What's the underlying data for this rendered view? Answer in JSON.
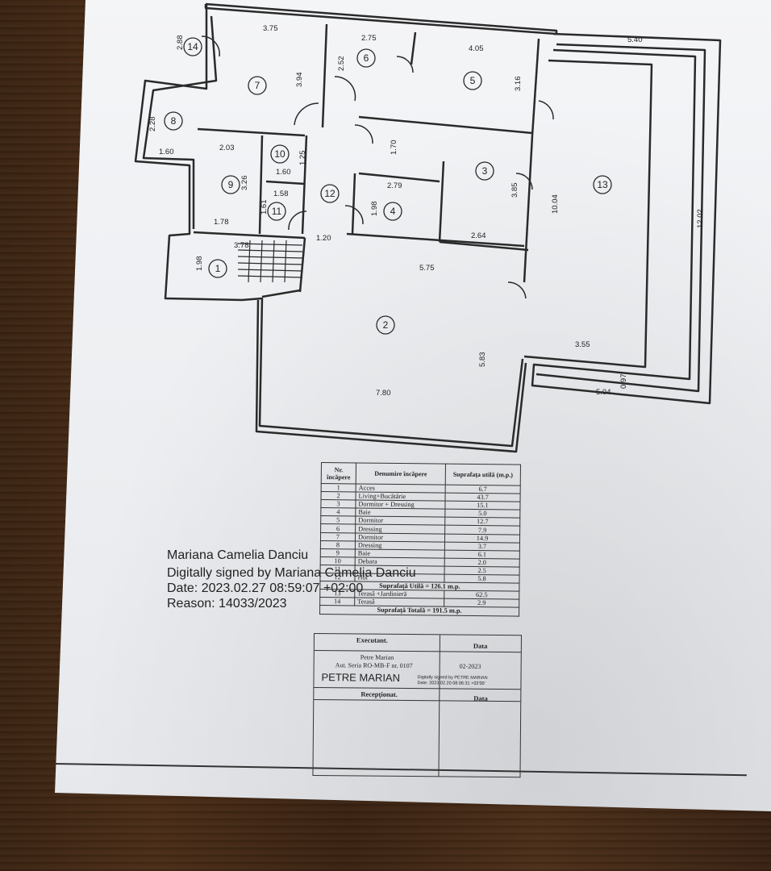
{
  "rooms": [
    {
      "no": "1",
      "name": "Acces",
      "area": "6.7"
    },
    {
      "no": "2",
      "name": "Living+Bucătărie",
      "area": "43.7"
    },
    {
      "no": "3",
      "name": "Dormitor + Dressing",
      "area": "15.1"
    },
    {
      "no": "4",
      "name": "Baie",
      "area": "5.0"
    },
    {
      "no": "5",
      "name": "Dormitor",
      "area": "12.7"
    },
    {
      "no": "6",
      "name": "Dressing",
      "area": "7.9"
    },
    {
      "no": "7",
      "name": "Dormitor",
      "area": "14.9"
    },
    {
      "no": "8",
      "name": "Dressing",
      "area": "3.7"
    },
    {
      "no": "9",
      "name": "Baie",
      "area": "6.1"
    },
    {
      "no": "10",
      "name": "Debara",
      "area": "2.0"
    },
    {
      "no": "11",
      "name": "",
      "area": "2.5"
    },
    {
      "no": "12",
      "name": "Hol",
      "area": "5.8"
    },
    {
      "no": "13",
      "name": "Terasă +Jardinieră",
      "area": "62.5"
    },
    {
      "no": "14",
      "name": "Terasă",
      "area": "2.9"
    }
  ],
  "table": {
    "col_no": "Nr. încăpere",
    "col_name": "Denumire încăpere",
    "col_area": "Suprafața utilă (m.p.)",
    "useful_total": "Suprafață Utilă = 126.1 m.p.",
    "grand_total": "Suprafață Totală = 191.5 m.p.",
    "executant_label": "Executant.",
    "date_label": "Data",
    "executant_name": "Petre Marian",
    "executant_auth": "Aut. Seria RO-MB-F nr. 0107",
    "exec_date": "02-2023",
    "exec_sig_name": "PETRE MARIAN",
    "exec_sig_line1": "Digitally signed by PETRE MARIAN",
    "exec_sig_line2": "Date: 2023.02.20 08:06:31 +02'00'",
    "receptionat_label": "Recepționat.",
    "date_label2": "Data"
  },
  "signature": {
    "name": "Mariana Camelia Danciu",
    "line1": "Digitally signed by Mariana Camelia Danciu",
    "line2": "Date: 2023.02.27 08:59:07 +02:00",
    "line3": "Reason: 14033/2023"
  },
  "plan": {
    "labels": {
      "d375": "3.75",
      "d288": "2.88",
      "d275": "2.75",
      "d252": "2.52",
      "d405": "4.05",
      "d540": "5.40",
      "d394": "3.94",
      "d316": "3.16",
      "d228": "2.28",
      "d160a": "1.60",
      "d203": "2.03",
      "d125": "1.25",
      "d160b": "1.60",
      "d170": "1.70",
      "d326": "3.26",
      "d158": "1.58",
      "d279": "2.79",
      "d385": "3.85",
      "d1004": "10.04",
      "d1202": "12.02",
      "d161": "1.61",
      "d198a": "1.98",
      "d178": "1.78",
      "d264": "2.64",
      "d378": "3.78",
      "d120": "1.20",
      "d575": "5.75",
      "d198b": "1.98",
      "d583": "5.83",
      "d355": "3.55",
      "d780": "7.80",
      "d504": "5.04",
      "d097": "0.97"
    }
  }
}
